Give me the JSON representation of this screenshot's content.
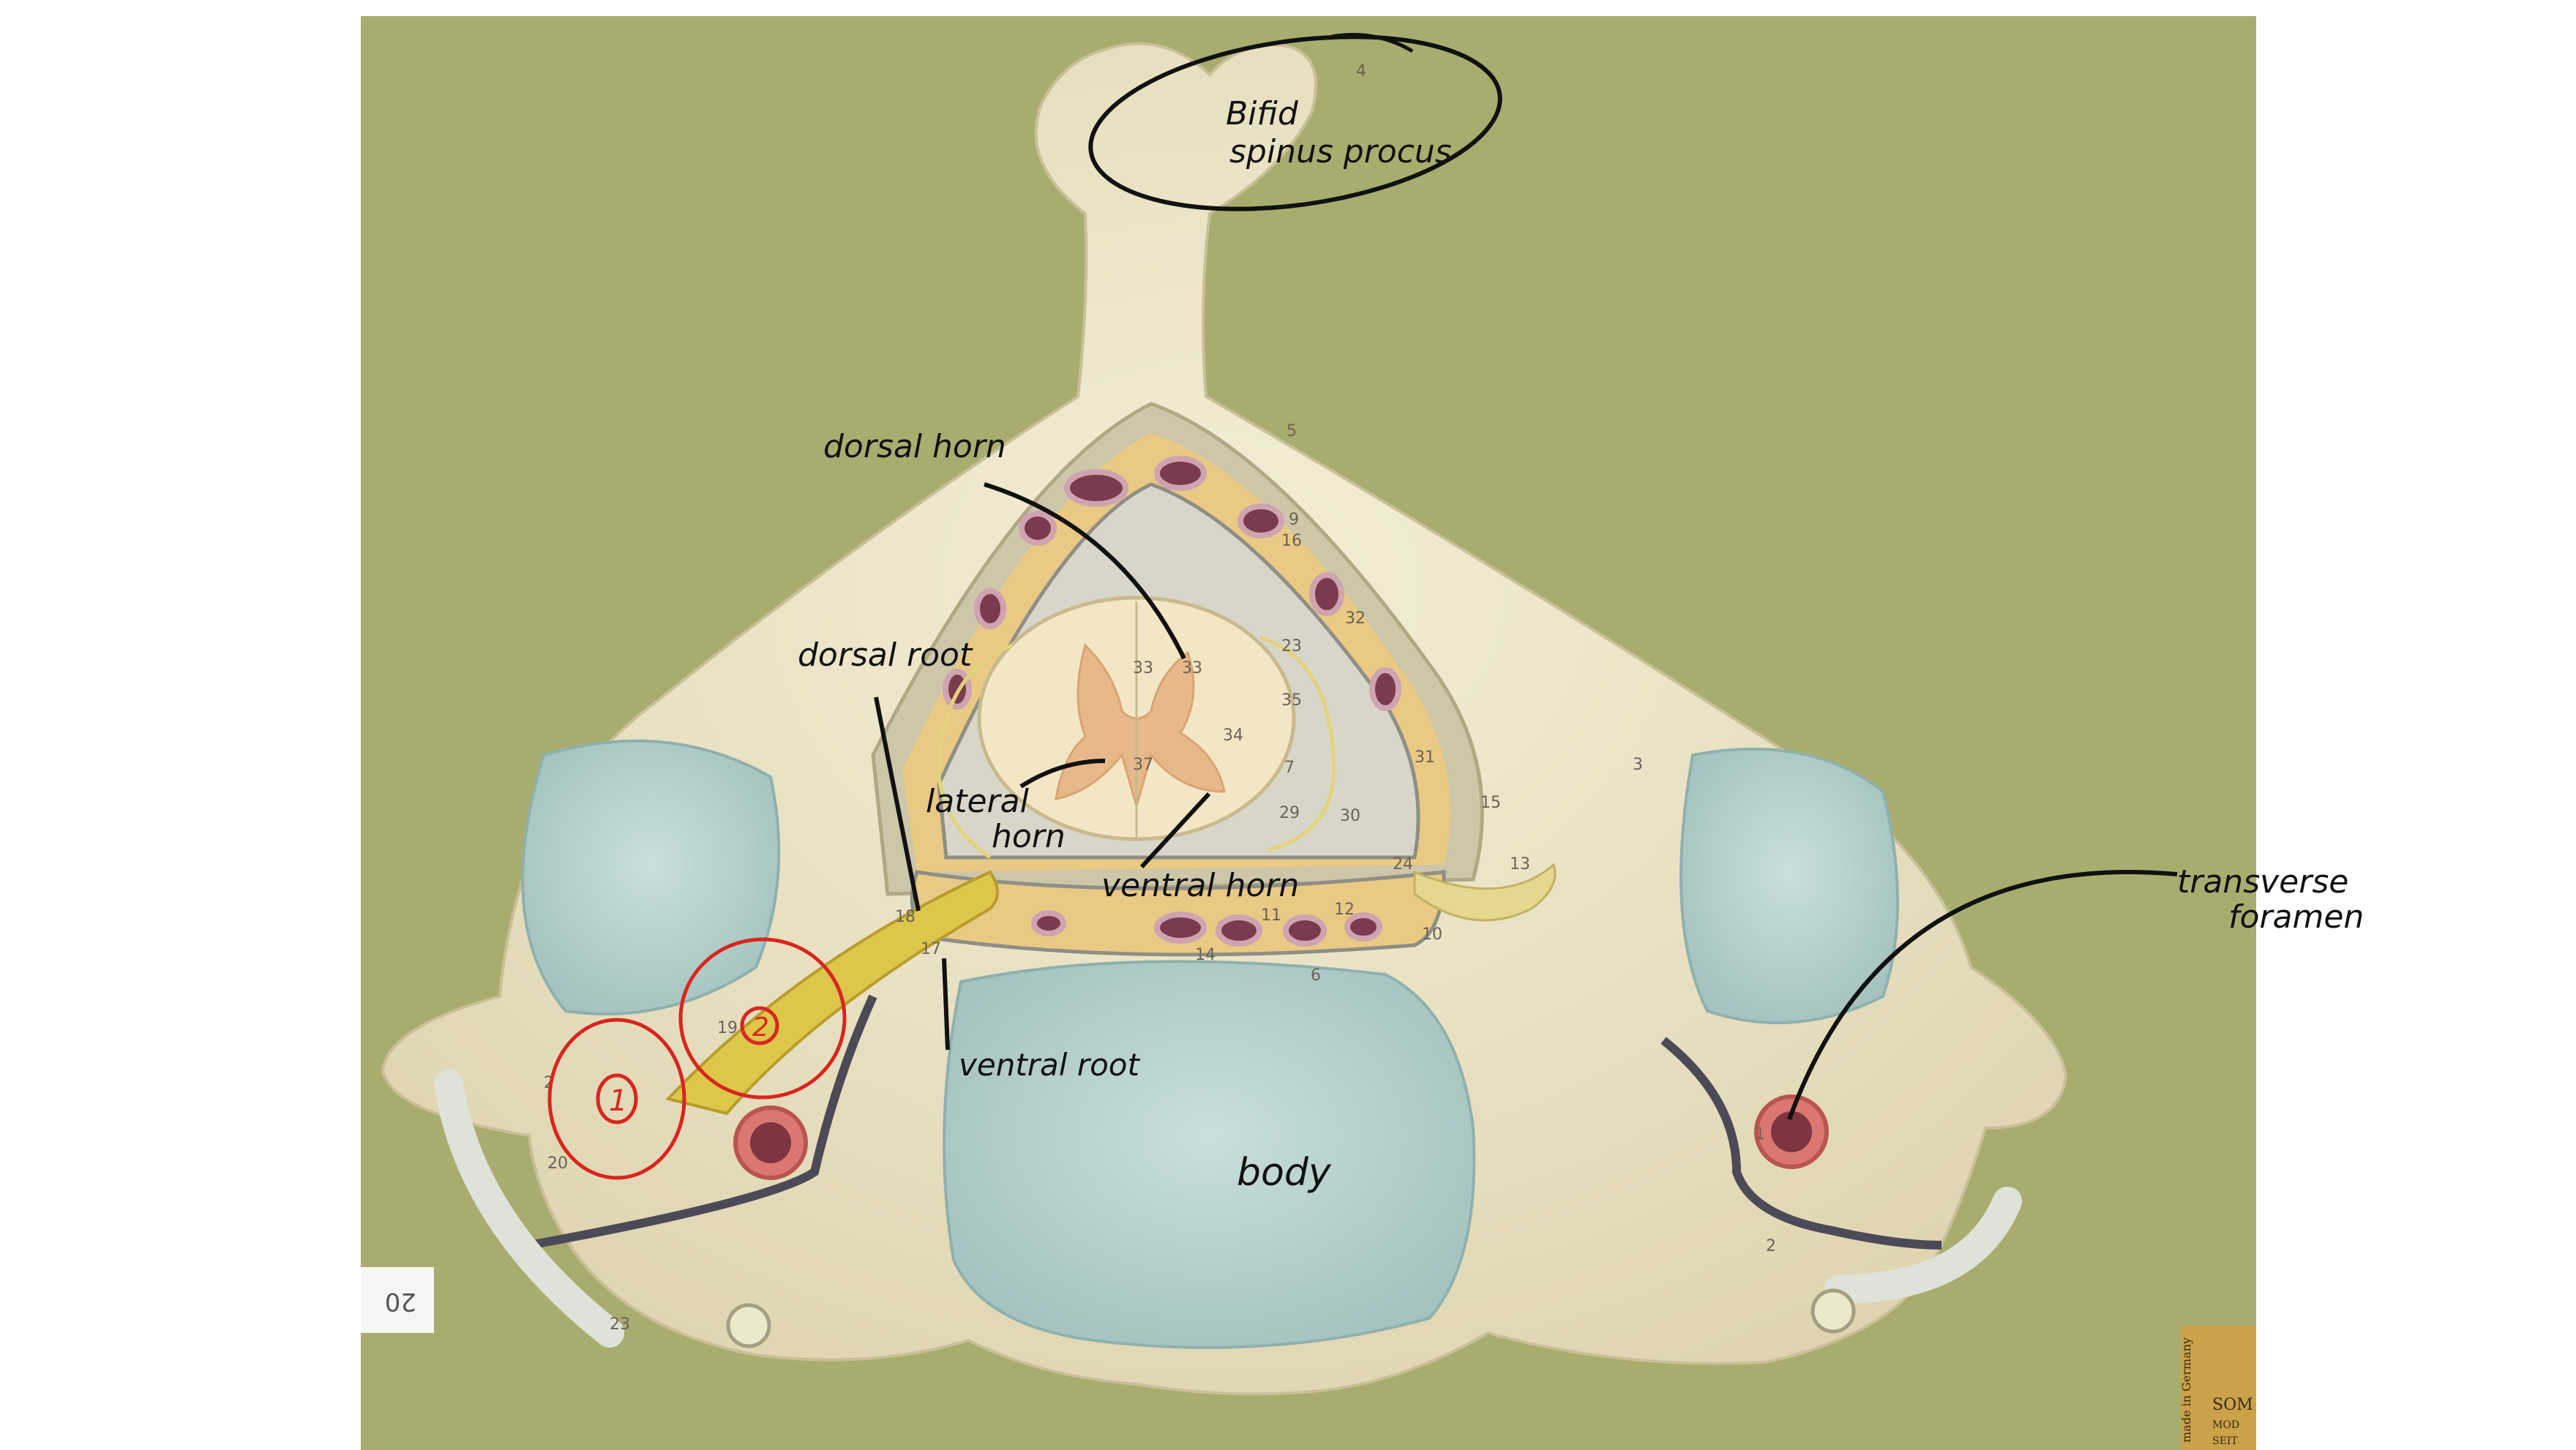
{
  "annotations": {
    "bifid": "Bifid",
    "spinous_process": "spinus procus",
    "dorsal_horn": "dorsal horn",
    "dorsal_root": "dorsal root",
    "lateral": "lateral",
    "horn": "horn",
    "ventral_horn": "ventral horn",
    "ventral_root": "ventral root",
    "body": "body",
    "transverse": "transverse",
    "foramen": "foramen",
    "marker_1": "1",
    "marker_2": "2"
  },
  "model_numbers": {
    "n4": "4",
    "n5": "5",
    "n9": "9",
    "n16": "16",
    "n23a": "23",
    "n32": "32",
    "n33": "33",
    "n33b": "33",
    "n35": "35",
    "n34": "34",
    "n37": "37",
    "n7": "7",
    "n29": "29",
    "n30": "30",
    "n31": "31",
    "n24": "24",
    "n13": "13",
    "n15": "15",
    "n3": "3",
    "n18": "18",
    "n17": "17",
    "n19": "19",
    "n11": "11",
    "n12": "12",
    "n14": "14",
    "n6": "6",
    "n10": "10",
    "n1": "1",
    "n2a": "2",
    "n2b": "2",
    "n20": "20",
    "n23b": "23"
  },
  "side_tag": "20",
  "label_card": {
    "line1": "made in Germany",
    "line2": "SOM",
    "line3": "MOD",
    "line4": "SEIT"
  },
  "colors": {
    "background_green": "#a8ad6f",
    "bone": "#ece5c8",
    "cartilage_blue": "#b9d3cf",
    "gray_matter": "#e7b98a",
    "ink": "#111111",
    "red_ink": "#d8261f"
  }
}
